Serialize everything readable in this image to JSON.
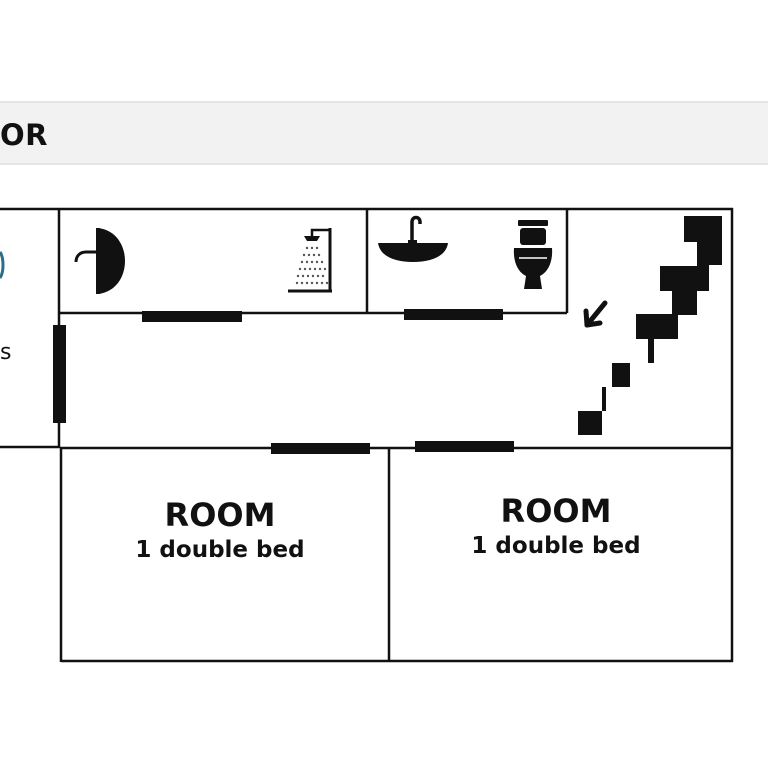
{
  "header": {
    "title": "OR"
  },
  "rooms": [
    {
      "title": "ROOM",
      "bed": "1 double bed"
    },
    {
      "title": "ROOM",
      "bed": "1 double bed"
    }
  ],
  "left_edge": {
    "label": "s"
  },
  "icons": {
    "washbasin_side": "washbasin-side-view-icon",
    "shower": "shower-icon",
    "sink": "sink-icon",
    "toilet": "toilet-icon",
    "stairs": "stairs-icon",
    "arrow": "arrow-down-left-icon"
  },
  "colors": {
    "wall": "#111111",
    "header_band": "#f2f2f2",
    "background": "#ffffff"
  }
}
